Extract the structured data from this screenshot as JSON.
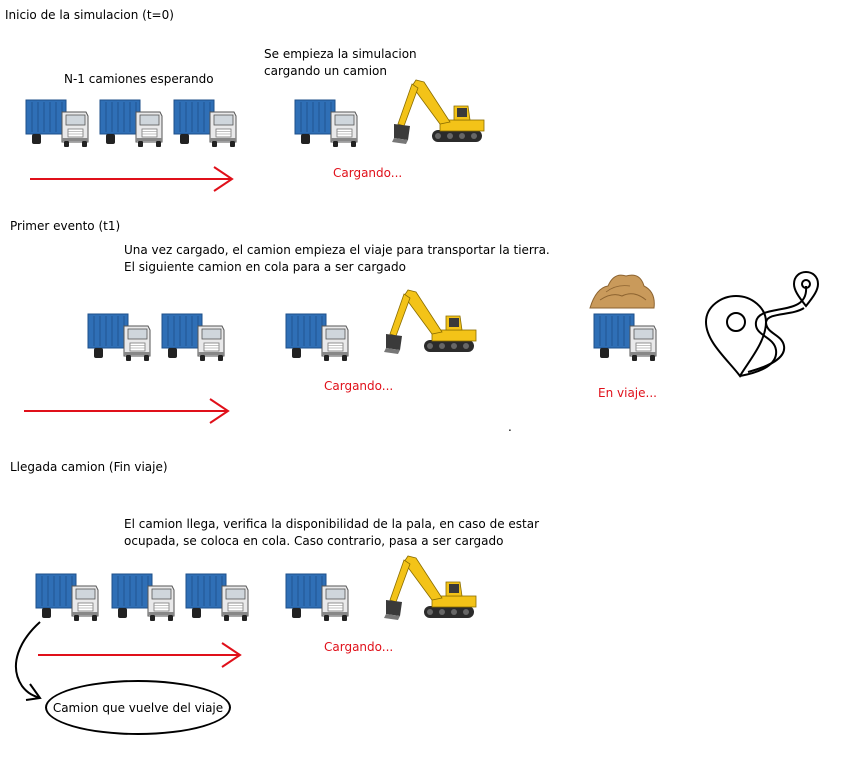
{
  "colors": {
    "truck_body": "#2f6fb6",
    "truck_cab": "#e9e9ea",
    "excavator": "#f3c318",
    "arrow": "#e0101a",
    "status_text": "#e0101a",
    "dirt": "#c99a5b"
  },
  "icons": [
    "truck-icon",
    "excavator-icon",
    "dirt-pile-icon",
    "route-map-icon",
    "curved-arrow-icon"
  ],
  "section1": {
    "title": "Inicio de la simulacion (t=0)",
    "waiting_label": "N-1 camiones esperando",
    "start_label_line1": "Se empieza la simulacion",
    "start_label_line2": "cargando un camion",
    "loading_status": "Cargando..."
  },
  "section2": {
    "title": "Primer evento (t1)",
    "description_line1": "Una vez cargado, el camion empieza el viaje para transportar la tierra.",
    "description_line2": "El siguiente camion en cola para a ser cargado",
    "loading_status": "Cargando...",
    "travel_status": "En viaje...",
    "stray_mark": "."
  },
  "section3": {
    "title": "Llegada camion (Fin viaje)",
    "description_line1": "El camion llega, verifica la disponibilidad de la pala, en caso de estar",
    "description_line2": "ocupada, se coloca en cola. Caso contrario, pasa a ser cargado",
    "loading_status": "Cargando...",
    "returning_label": "Camion que vuelve del viaje"
  }
}
